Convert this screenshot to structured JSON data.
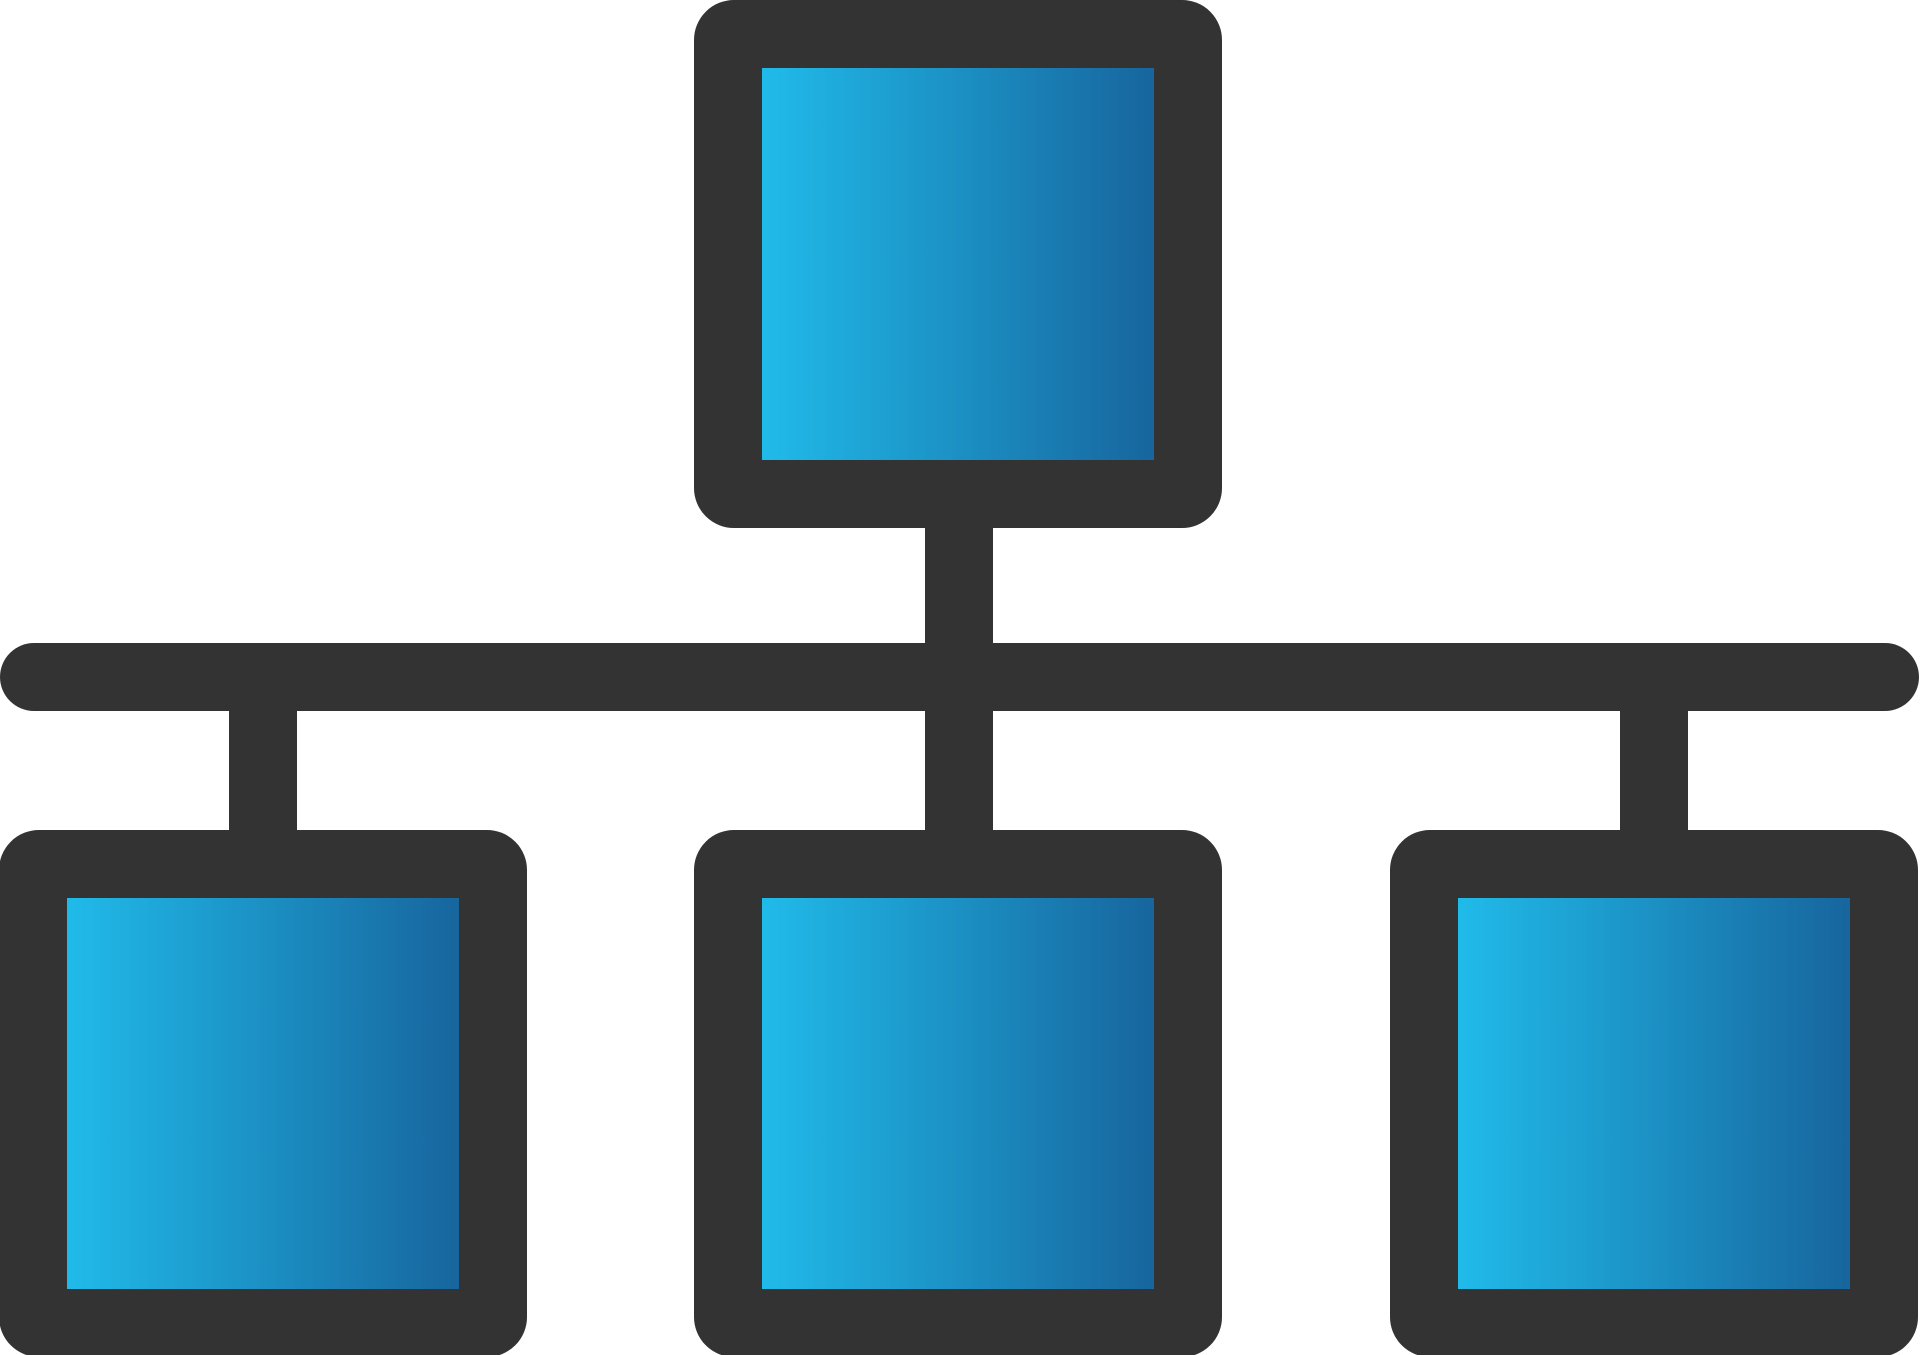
{
  "icon": {
    "name": "network-hierarchy-icon",
    "stroke_color": "#333333",
    "gradient_start": "#21C2F0",
    "gradient_end": "#165E97",
    "background": "#FFFFFF"
  },
  "nodes": [
    {
      "name": "node-top"
    },
    {
      "name": "node-bottom-left"
    },
    {
      "name": "node-bottom-center"
    },
    {
      "name": "node-bottom-right"
    }
  ]
}
